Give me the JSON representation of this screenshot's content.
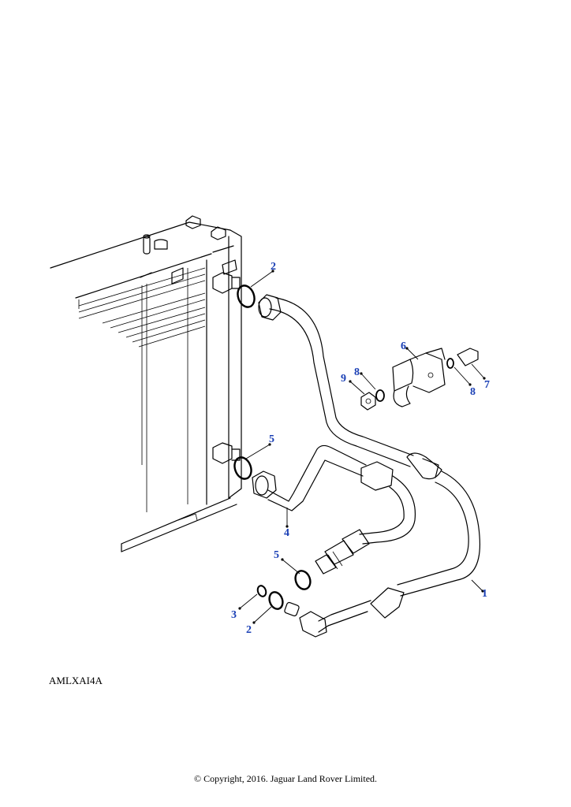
{
  "callouts": {
    "c1": "1",
    "c2a": "2",
    "c2b": "2",
    "c3": "3",
    "c4": "4",
    "c5a": "5",
    "c5b": "5",
    "c6": "6",
    "c7": "7",
    "c8a": "8",
    "c8b": "8",
    "c9": "9"
  },
  "reference_code": "AMLXAI4A",
  "copyright": "© Copyright, 2016. Jaguar Land Rover Limited.",
  "colors": {
    "callout": "#1a3fb5",
    "line": "#000000"
  }
}
